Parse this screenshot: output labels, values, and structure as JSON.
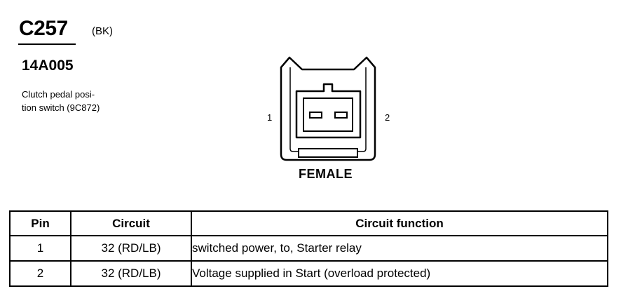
{
  "connector": {
    "id": "C257",
    "color_code": "(BK)",
    "part_number": "14A005",
    "description_lines": [
      "Clutch pedal posi-",
      "tion switch (9C872)"
    ]
  },
  "diagram": {
    "pin_left_label": "1",
    "pin_right_label": "2",
    "gender": "FEMALE"
  },
  "table": {
    "headers": [
      "Pin",
      "Circuit",
      "Circuit function"
    ],
    "rows": [
      {
        "pin": "1",
        "circuit": "32 (RD/LB)",
        "function": "switched power, to, Starter relay"
      },
      {
        "pin": "2",
        "circuit": "32 (RD/LB)",
        "function": "Voltage supplied in Start (overload protected)"
      }
    ]
  }
}
